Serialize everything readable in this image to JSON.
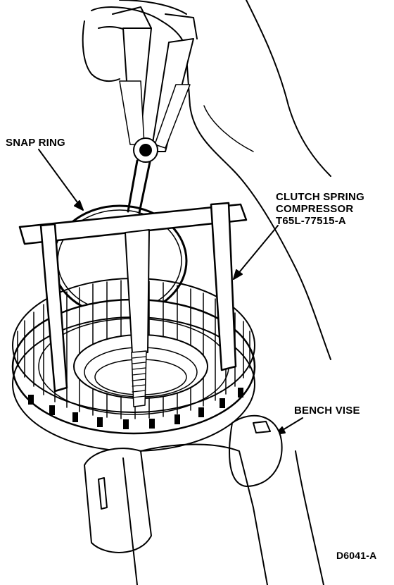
{
  "labels": {
    "snap_ring": "SNAP RING",
    "clutch_spring_compressor": {
      "line1": "CLUTCH SPRING",
      "line2": "COMPRESSOR",
      "line3": "T65L-77515-A"
    },
    "bench_vise": "BENCH VISE",
    "figure_id": "D6041-A"
  },
  "colors": {
    "ink": "#000000",
    "paper": "#ffffff"
  }
}
